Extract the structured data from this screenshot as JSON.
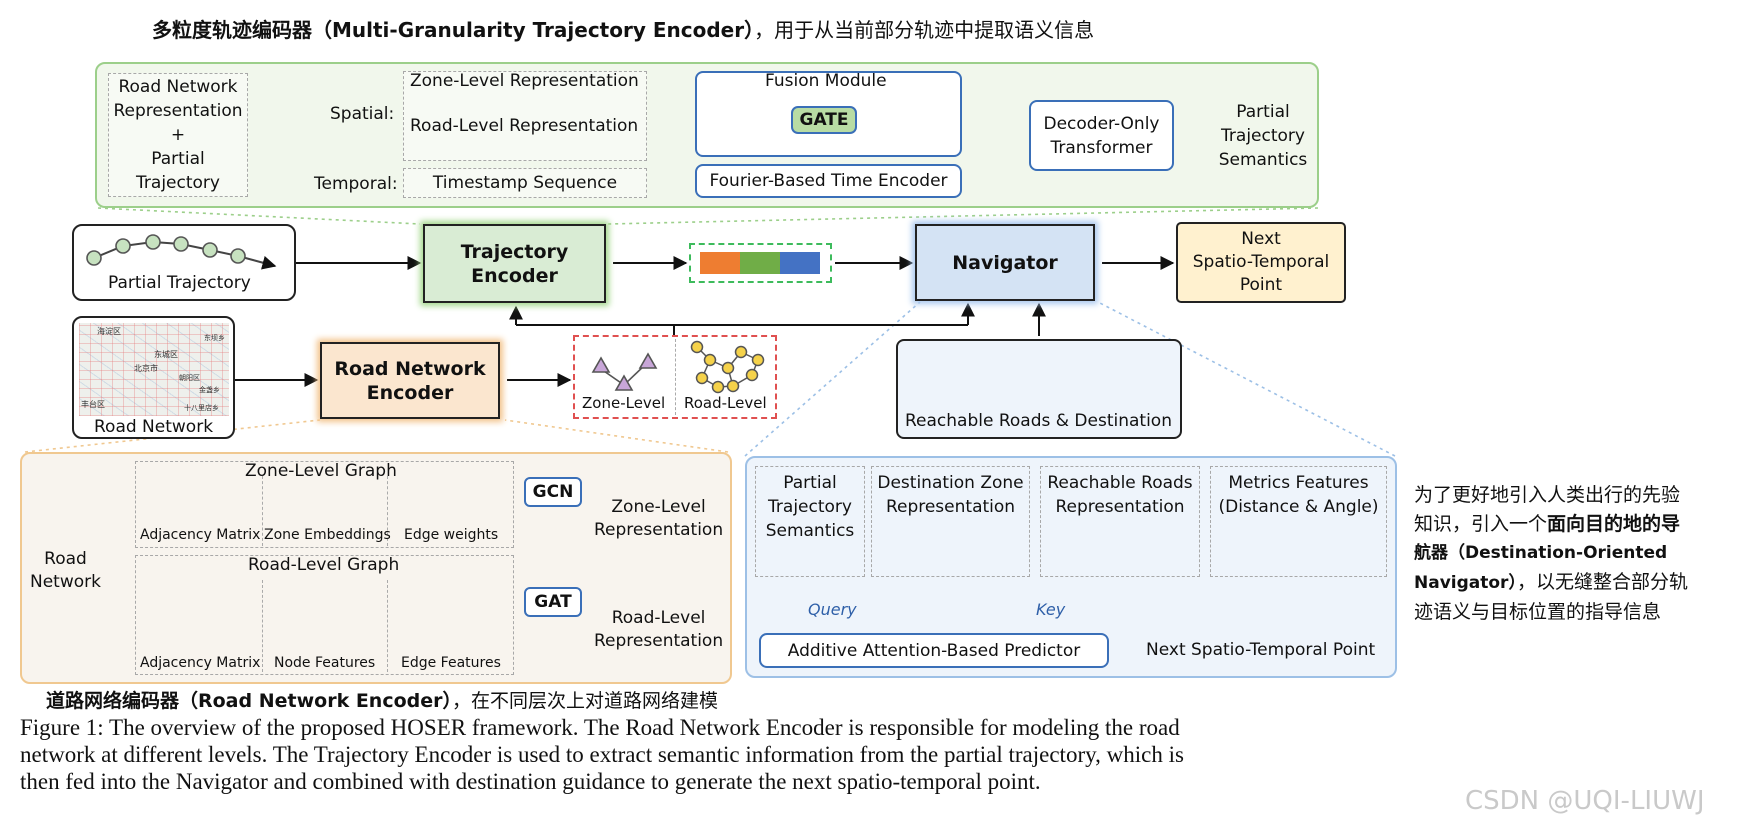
{
  "header": {
    "encoder_title_bold": "多粒度轨迹编码器（Multi-Granularity Trajectory Encoder）",
    "encoder_title_rest": "，用于从当前部分轨迹中提取语义信息"
  },
  "traj_encoder_panel": {
    "input_line1": "Road Network",
    "input_line2": "Representation",
    "input_plus": "+",
    "input_line3": "Partial",
    "input_line4": "Trajectory",
    "spatial_label": "Spatial:",
    "temporal_label": "Temporal:",
    "zone_rep": "Zone-Level Representation",
    "road_rep": "Road-Level Representation",
    "timestamp": "Timestamp Sequence",
    "fusion_title": "Fusion Module",
    "gate": "GATE",
    "fourier": "Fourier-Based Time Encoder",
    "decoder_line1": "Decoder-Only",
    "decoder_line2": "Transformer",
    "output_line1": "Partial",
    "output_line2": "Trajectory",
    "output_line3": "Semantics"
  },
  "main_flow": {
    "partial_trajectory": "Partial Trajectory",
    "trajectory_encoder_line1": "Trajectory",
    "trajectory_encoder_line2": "Encoder",
    "navigator": "Navigator",
    "next_line1": "Next",
    "next_line2": "Spatio-Temporal",
    "next_line3": "Point",
    "road_network": "Road Network",
    "rne_line1": "Road Network",
    "rne_line2": "Encoder",
    "zone_level": "Zone-Level",
    "road_level": "Road-Level",
    "reachable": "Reachable Roads & Destination",
    "map_labels": [
      "海淀区",
      "东城区",
      "北京市",
      "丰台区",
      "朝阳区",
      "东坝乡",
      "金盏乡",
      "十八里店乡"
    ]
  },
  "rne_panel": {
    "input_line1": "Road",
    "input_line2": "Network",
    "zone_graph": "Zone-Level Graph",
    "road_graph": "Road-Level Graph",
    "adj_matrix": "Adjacency Matrix",
    "zone_embeddings": "Zone Embeddings",
    "edge_weights": "Edge weights",
    "node_features": "Node Features",
    "edge_features": "Edge Features",
    "gcn": "GCN",
    "gat": "GAT",
    "zone_out_line1": "Zone-Level",
    "zone_out_line2": "Representation",
    "road_out_line1": "Road-Level",
    "road_out_line2": "Representation",
    "footer_bold": "道路网络编码器（Road Network Encoder）",
    "footer_rest": "，在不同层次上对道路网络建模"
  },
  "nav_panel": {
    "pts_line1": "Partial",
    "pts_line2": "Trajectory",
    "pts_line3": "Semantics",
    "dzr_line1": "Destination Zone",
    "dzr_line2": "Representation",
    "rrr_line1": "Reachable Roads",
    "rrr_line2": "Representation",
    "mf_line1": "Metrics Features",
    "mf_line2": "(Distance & Angle)",
    "query": "Query",
    "key": "Key",
    "predictor": "Additive Attention-Based Predictor",
    "next": "Next Spatio-Temporal Point"
  },
  "side_note": {
    "line1": "为了更好地引入人类出行的先验",
    "line2_plain": "知识，引入一个",
    "line2_bold": "面向目的地的导",
    "line3_bold": "航器（Destination-Oriented",
    "line4_bold": "Navigator）",
    "line4_plain": "，以无缝整合部分轨",
    "line5": "迹语义与目标位置的指导信息"
  },
  "caption": {
    "line1": "Figure 1: The overview of the proposed HOSER framework. The Road Network Encoder is responsible for modeling the road",
    "line2": "network at different levels. The Trajectory Encoder is used to extract semantic information from the partial trajectory, which is",
    "line3": "then fed into the Navigator and combined with destination guidance to generate the next spatio-temporal point."
  },
  "watermark": "CSDN @UQI-LIUWJ",
  "colors": {
    "green_panel_border": "#9ccf8a",
    "green_panel_bg": "#f1f7ec",
    "traj_encoder_fill": "#d9ecd4",
    "navigator_fill": "#d4e3f4",
    "next_fill": "#fff1cf",
    "rne_fill": "#fbe6cf",
    "orange_panel_border": "#f0c890",
    "orange_panel_bg": "#f8f4ee",
    "blue_panel_border": "#9dc0e6",
    "blue_panel_bg": "#eef4fb",
    "purple_triangle": "#c8a6d8",
    "yellow_node": "#f5d24a",
    "orange_node": "#f4a460",
    "bar_orange": "#ee7d31",
    "bar_green": "#70ad47",
    "bar_blue": "#4472c4",
    "arrow_green": "#3dbb5c",
    "arrow_red": "#e05050",
    "arrow_blue": "#4a7fc0"
  }
}
